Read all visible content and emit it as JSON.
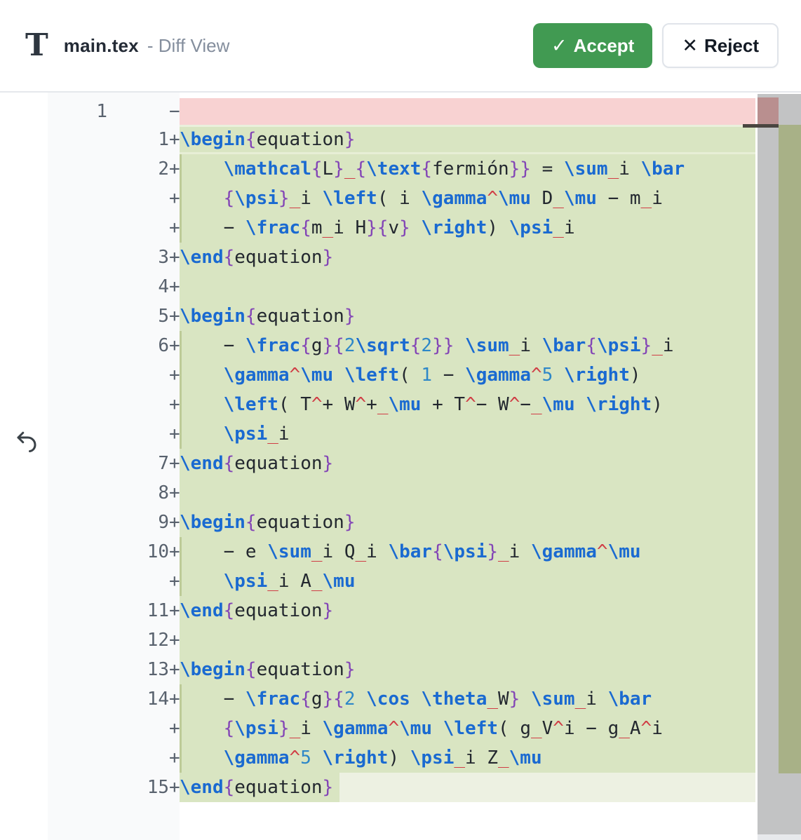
{
  "header": {
    "file_type_icon": "T",
    "title": "main.tex",
    "subtitle": "- Diff View",
    "accept": {
      "icon": "✓",
      "label": "Accept"
    },
    "reject": {
      "icon": "✕",
      "label": "Reject"
    }
  },
  "colors": {
    "accept_green": "#419a52",
    "reject_border": "#e0e4ea",
    "added_bg": "#d9e5c2",
    "added_bg_light": "#edf1e2",
    "deleted_bg": "#f8d2d2",
    "keyword_blue": "#1a6ad1",
    "brace_purple": "#8345b6",
    "script_red": "#d03d45",
    "number_blue": "#2d87c8",
    "text_dark": "#23282f",
    "gutter_text": "#59626e",
    "scrollbar_thumb": "#c2c3c4",
    "scroll_deleted_marker": "#b98f8f",
    "scroll_added_marker": "#a8b187"
  },
  "diff": {
    "rows": [
      {
        "old": "1",
        "new": "",
        "marker": "−",
        "type": "del",
        "tokens": []
      },
      {
        "old": "",
        "new": "1",
        "marker": "+",
        "type": "add",
        "variant": "first",
        "tokens": [
          [
            "k",
            "\\begin"
          ],
          [
            "b",
            "{"
          ],
          [
            "p",
            "equation"
          ],
          [
            "b",
            "}"
          ]
        ]
      },
      {
        "old": "",
        "new": "2",
        "marker": "+",
        "type": "add",
        "stripe": true,
        "tokens": [
          [
            "p",
            "    "
          ],
          [
            "k",
            "\\mathcal"
          ],
          [
            "b",
            "{"
          ],
          [
            "p",
            "L"
          ],
          [
            "b",
            "}"
          ],
          [
            "s",
            "_"
          ],
          [
            "b",
            "{"
          ],
          [
            "k",
            "\\text"
          ],
          [
            "b",
            "{"
          ],
          [
            "p",
            "fermión"
          ],
          [
            "b",
            "}}"
          ],
          [
            "p",
            " = "
          ],
          [
            "k",
            "\\sum"
          ],
          [
            "s",
            "_"
          ],
          [
            "p",
            "i "
          ],
          [
            "k",
            "\\bar"
          ]
        ]
      },
      {
        "old": "",
        "new": "",
        "marker": "+",
        "type": "add",
        "stripe": true,
        "tokens": [
          [
            "p",
            "    "
          ],
          [
            "b",
            "{"
          ],
          [
            "k",
            "\\psi"
          ],
          [
            "b",
            "}"
          ],
          [
            "s",
            "_"
          ],
          [
            "p",
            "i "
          ],
          [
            "k",
            "\\left"
          ],
          [
            "p",
            "( i "
          ],
          [
            "k",
            "\\gamma"
          ],
          [
            "s",
            "^"
          ],
          [
            "k",
            "\\mu"
          ],
          [
            "p",
            " D"
          ],
          [
            "s",
            "_"
          ],
          [
            "k",
            "\\mu"
          ],
          [
            "p",
            " − m"
          ],
          [
            "s",
            "_"
          ],
          [
            "p",
            "i"
          ]
        ]
      },
      {
        "old": "",
        "new": "",
        "marker": "+",
        "type": "add",
        "stripe": true,
        "tokens": [
          [
            "p",
            "    − "
          ],
          [
            "k",
            "\\frac"
          ],
          [
            "b",
            "{"
          ],
          [
            "p",
            "m"
          ],
          [
            "s",
            "_"
          ],
          [
            "p",
            "i H"
          ],
          [
            "b",
            "}{"
          ],
          [
            "p",
            "v"
          ],
          [
            "b",
            "}"
          ],
          [
            "p",
            " "
          ],
          [
            "k",
            "\\right"
          ],
          [
            "p",
            ") "
          ],
          [
            "k",
            "\\psi"
          ],
          [
            "s",
            "_"
          ],
          [
            "p",
            "i"
          ]
        ]
      },
      {
        "old": "",
        "new": "3",
        "marker": "+",
        "type": "add",
        "tokens": [
          [
            "k",
            "\\end"
          ],
          [
            "b",
            "{"
          ],
          [
            "p",
            "equation"
          ],
          [
            "b",
            "}"
          ]
        ]
      },
      {
        "old": "",
        "new": "4",
        "marker": "+",
        "type": "add",
        "tokens": []
      },
      {
        "old": "",
        "new": "5",
        "marker": "+",
        "type": "add",
        "tokens": [
          [
            "k",
            "\\begin"
          ],
          [
            "b",
            "{"
          ],
          [
            "p",
            "equation"
          ],
          [
            "b",
            "}"
          ]
        ]
      },
      {
        "old": "",
        "new": "6",
        "marker": "+",
        "type": "add",
        "stripe": true,
        "tokens": [
          [
            "p",
            "    − "
          ],
          [
            "k",
            "\\frac"
          ],
          [
            "b",
            "{"
          ],
          [
            "p",
            "g"
          ],
          [
            "b",
            "}{"
          ],
          [
            "n",
            "2"
          ],
          [
            "k",
            "\\sqrt"
          ],
          [
            "b",
            "{"
          ],
          [
            "n",
            "2"
          ],
          [
            "b",
            "}}"
          ],
          [
            "p",
            " "
          ],
          [
            "k",
            "\\sum"
          ],
          [
            "s",
            "_"
          ],
          [
            "p",
            "i "
          ],
          [
            "k",
            "\\bar"
          ],
          [
            "b",
            "{"
          ],
          [
            "k",
            "\\psi"
          ],
          [
            "b",
            "}"
          ],
          [
            "s",
            "_"
          ],
          [
            "p",
            "i"
          ]
        ]
      },
      {
        "old": "",
        "new": "",
        "marker": "+",
        "type": "add",
        "stripe": true,
        "tokens": [
          [
            "p",
            "    "
          ],
          [
            "k",
            "\\gamma"
          ],
          [
            "s",
            "^"
          ],
          [
            "k",
            "\\mu"
          ],
          [
            "p",
            " "
          ],
          [
            "k",
            "\\left"
          ],
          [
            "p",
            "( "
          ],
          [
            "n",
            "1"
          ],
          [
            "p",
            " − "
          ],
          [
            "k",
            "\\gamma"
          ],
          [
            "s",
            "^"
          ],
          [
            "n",
            "5"
          ],
          [
            "p",
            " "
          ],
          [
            "k",
            "\\right"
          ],
          [
            "p",
            ")"
          ]
        ]
      },
      {
        "old": "",
        "new": "",
        "marker": "+",
        "type": "add",
        "stripe": true,
        "tokens": [
          [
            "p",
            "    "
          ],
          [
            "k",
            "\\left"
          ],
          [
            "p",
            "( T"
          ],
          [
            "s",
            "^"
          ],
          [
            "p",
            "+ W"
          ],
          [
            "s",
            "^"
          ],
          [
            "p",
            "+"
          ],
          [
            "s",
            "_"
          ],
          [
            "k",
            "\\mu"
          ],
          [
            "p",
            " + T"
          ],
          [
            "s",
            "^"
          ],
          [
            "p",
            "− W"
          ],
          [
            "s",
            "^"
          ],
          [
            "p",
            "−"
          ],
          [
            "s",
            "_"
          ],
          [
            "k",
            "\\mu"
          ],
          [
            "p",
            " "
          ],
          [
            "k",
            "\\right"
          ],
          [
            "p",
            ")"
          ]
        ]
      },
      {
        "old": "",
        "new": "",
        "marker": "+",
        "type": "add",
        "stripe": true,
        "tokens": [
          [
            "p",
            "    "
          ],
          [
            "k",
            "\\psi"
          ],
          [
            "s",
            "_"
          ],
          [
            "p",
            "i"
          ]
        ]
      },
      {
        "old": "",
        "new": "7",
        "marker": "+",
        "type": "add",
        "tokens": [
          [
            "k",
            "\\end"
          ],
          [
            "b",
            "{"
          ],
          [
            "p",
            "equation"
          ],
          [
            "b",
            "}"
          ]
        ]
      },
      {
        "old": "",
        "new": "8",
        "marker": "+",
        "type": "add",
        "tokens": []
      },
      {
        "old": "",
        "new": "9",
        "marker": "+",
        "type": "add",
        "tokens": [
          [
            "k",
            "\\begin"
          ],
          [
            "b",
            "{"
          ],
          [
            "p",
            "equation"
          ],
          [
            "b",
            "}"
          ]
        ]
      },
      {
        "old": "",
        "new": "10",
        "marker": "+",
        "type": "add",
        "stripe": true,
        "tokens": [
          [
            "p",
            "    − e "
          ],
          [
            "k",
            "\\sum"
          ],
          [
            "s",
            "_"
          ],
          [
            "p",
            "i Q"
          ],
          [
            "s",
            "_"
          ],
          [
            "p",
            "i "
          ],
          [
            "k",
            "\\bar"
          ],
          [
            "b",
            "{"
          ],
          [
            "k",
            "\\psi"
          ],
          [
            "b",
            "}"
          ],
          [
            "s",
            "_"
          ],
          [
            "p",
            "i "
          ],
          [
            "k",
            "\\gamma"
          ],
          [
            "s",
            "^"
          ],
          [
            "k",
            "\\mu"
          ]
        ]
      },
      {
        "old": "",
        "new": "",
        "marker": "+",
        "type": "add",
        "stripe": true,
        "tokens": [
          [
            "p",
            "    "
          ],
          [
            "k",
            "\\psi"
          ],
          [
            "s",
            "_"
          ],
          [
            "p",
            "i A"
          ],
          [
            "s",
            "_"
          ],
          [
            "k",
            "\\mu"
          ]
        ]
      },
      {
        "old": "",
        "new": "11",
        "marker": "+",
        "type": "add",
        "tokens": [
          [
            "k",
            "\\end"
          ],
          [
            "b",
            "{"
          ],
          [
            "p",
            "equation"
          ],
          [
            "b",
            "}"
          ]
        ]
      },
      {
        "old": "",
        "new": "12",
        "marker": "+",
        "type": "add",
        "tokens": []
      },
      {
        "old": "",
        "new": "13",
        "marker": "+",
        "type": "add",
        "tokens": [
          [
            "k",
            "\\begin"
          ],
          [
            "b",
            "{"
          ],
          [
            "p",
            "equation"
          ],
          [
            "b",
            "}"
          ]
        ]
      },
      {
        "old": "",
        "new": "14",
        "marker": "+",
        "type": "add",
        "stripe": true,
        "tokens": [
          [
            "p",
            "    − "
          ],
          [
            "k",
            "\\frac"
          ],
          [
            "b",
            "{"
          ],
          [
            "p",
            "g"
          ],
          [
            "b",
            "}{"
          ],
          [
            "n",
            "2"
          ],
          [
            "p",
            " "
          ],
          [
            "k",
            "\\cos"
          ],
          [
            "p",
            " "
          ],
          [
            "k",
            "\\theta"
          ],
          [
            "s",
            "_"
          ],
          [
            "p",
            "W"
          ],
          [
            "b",
            "}"
          ],
          [
            "p",
            " "
          ],
          [
            "k",
            "\\sum"
          ],
          [
            "s",
            "_"
          ],
          [
            "p",
            "i "
          ],
          [
            "k",
            "\\bar"
          ]
        ]
      },
      {
        "old": "",
        "new": "",
        "marker": "+",
        "type": "add",
        "stripe": true,
        "tokens": [
          [
            "p",
            "    "
          ],
          [
            "b",
            "{"
          ],
          [
            "k",
            "\\psi"
          ],
          [
            "b",
            "}"
          ],
          [
            "s",
            "_"
          ],
          [
            "p",
            "i "
          ],
          [
            "k",
            "\\gamma"
          ],
          [
            "s",
            "^"
          ],
          [
            "k",
            "\\mu"
          ],
          [
            "p",
            " "
          ],
          [
            "k",
            "\\left"
          ],
          [
            "p",
            "( g"
          ],
          [
            "s",
            "_"
          ],
          [
            "p",
            "V"
          ],
          [
            "s",
            "^"
          ],
          [
            "p",
            "i − g"
          ],
          [
            "s",
            "_"
          ],
          [
            "p",
            "A"
          ],
          [
            "s",
            "^"
          ],
          [
            "p",
            "i"
          ]
        ]
      },
      {
        "old": "",
        "new": "",
        "marker": "+",
        "type": "add",
        "stripe": true,
        "tokens": [
          [
            "p",
            "    "
          ],
          [
            "k",
            "\\gamma"
          ],
          [
            "s",
            "^"
          ],
          [
            "n",
            "5"
          ],
          [
            "p",
            " "
          ],
          [
            "k",
            "\\right"
          ],
          [
            "p",
            ") "
          ],
          [
            "k",
            "\\psi"
          ],
          [
            "s",
            "_"
          ],
          [
            "p",
            "i Z"
          ],
          [
            "s",
            "_"
          ],
          [
            "k",
            "\\mu"
          ]
        ]
      },
      {
        "old": "",
        "new": "15",
        "marker": "+",
        "type": "add",
        "variant": "last",
        "tokens": [
          [
            "k",
            "\\end"
          ],
          [
            "b",
            "{"
          ],
          [
            "p",
            "equation"
          ],
          [
            "b",
            "}"
          ]
        ]
      }
    ]
  }
}
